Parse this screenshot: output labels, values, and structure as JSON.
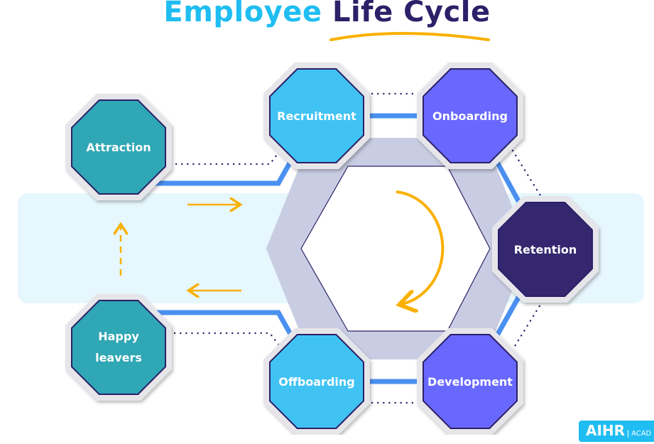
{
  "title": {
    "part1": "Employee",
    "part2": "Life Cycle"
  },
  "colors": {
    "accent_orange": "#f9b000",
    "connector_blue": "#4a90f0",
    "title_cyan": "#1fbdf2",
    "title_navy": "#2d2068"
  },
  "stages": [
    {
      "label": "Attraction",
      "color": "#2fa7b5"
    },
    {
      "label": "Recruitment",
      "color": "#40c3f3"
    },
    {
      "label": "Onboarding",
      "color": "#6868ff"
    },
    {
      "label": "Retention",
      "color": "#35276f"
    },
    {
      "label": "Development",
      "color": "#6868ff"
    },
    {
      "label": "Offboarding",
      "color": "#40c3f3"
    },
    {
      "label": "Happy",
      "label2": "leavers",
      "color": "#2fa7b5"
    }
  ],
  "logo": {
    "brand": "AIHR",
    "suffix": "ACAD"
  }
}
